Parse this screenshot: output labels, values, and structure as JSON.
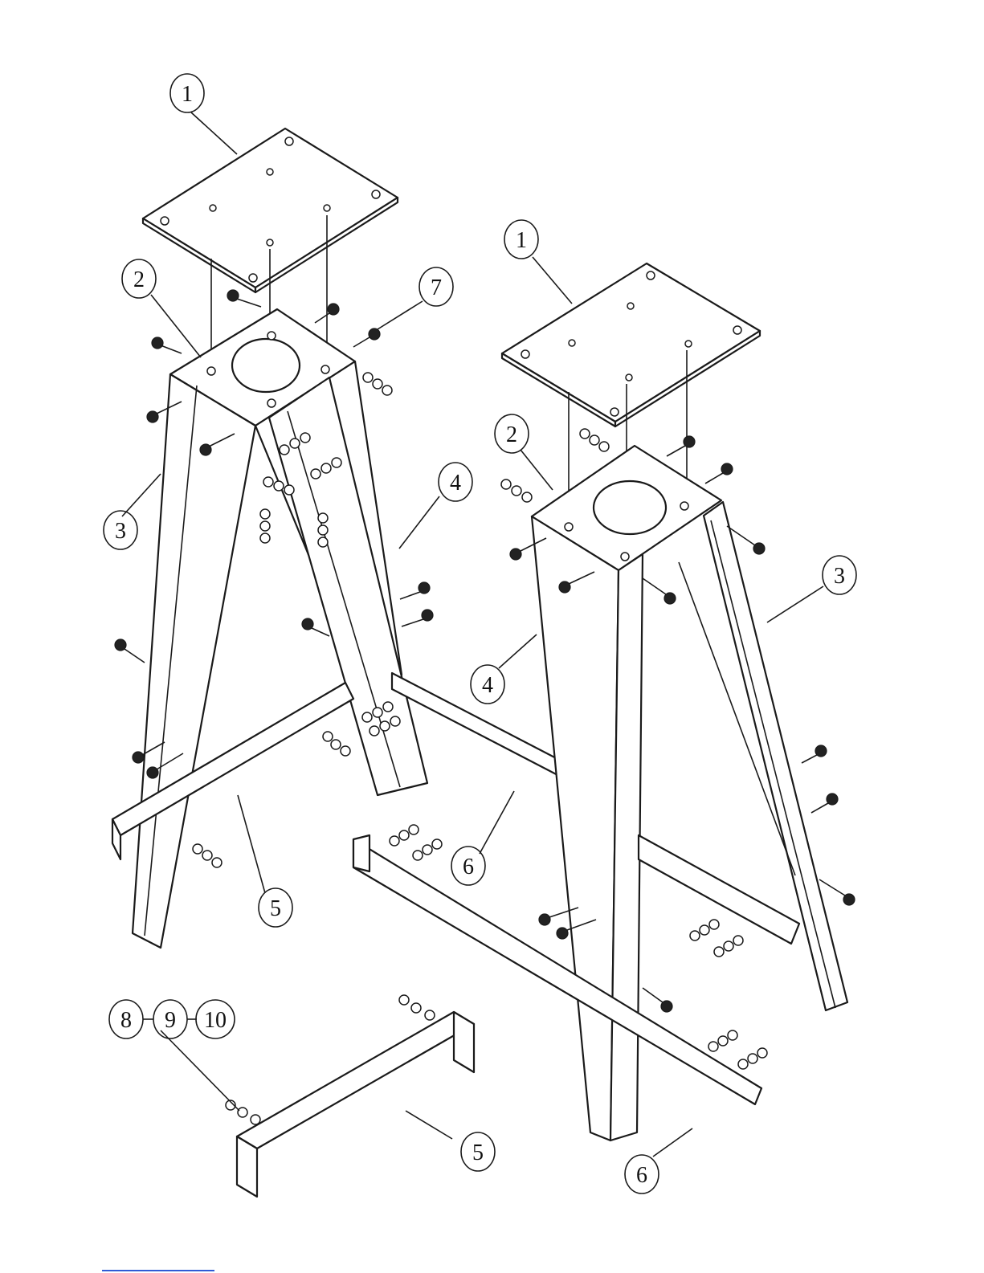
{
  "diagram": {
    "callouts": [
      {
        "id": "c1a",
        "label": "1"
      },
      {
        "id": "c1b",
        "label": "1"
      },
      {
        "id": "c2a",
        "label": "2"
      },
      {
        "id": "c2b",
        "label": "2"
      },
      {
        "id": "c3a",
        "label": "3"
      },
      {
        "id": "c3b",
        "label": "3"
      },
      {
        "id": "c4a",
        "label": "4"
      },
      {
        "id": "c4b",
        "label": "4"
      },
      {
        "id": "c5a",
        "label": "5"
      },
      {
        "id": "c5b",
        "label": "5"
      },
      {
        "id": "c6a",
        "label": "6"
      },
      {
        "id": "c6b",
        "label": "6"
      },
      {
        "id": "c7",
        "label": "7"
      },
      {
        "id": "c8",
        "label": "8"
      },
      {
        "id": "c9",
        "label": "9"
      },
      {
        "id": "c10",
        "label": "10"
      }
    ]
  },
  "colors": {
    "line": "#1a1a1a",
    "background": "#ffffff",
    "link_underline": "#2f5bd6"
  }
}
